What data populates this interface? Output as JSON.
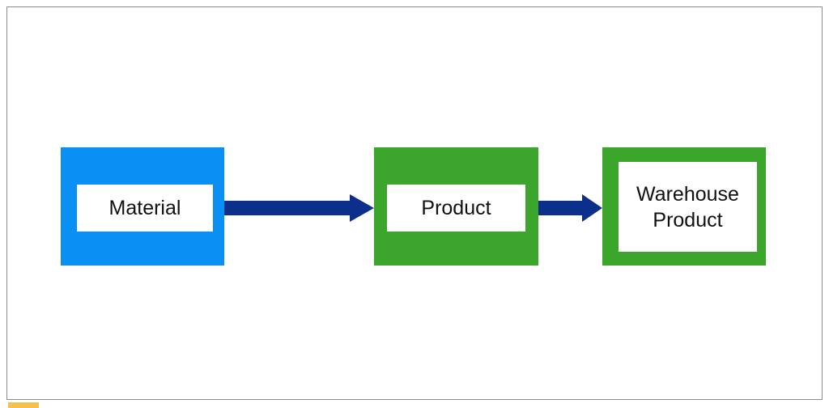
{
  "diagram": {
    "nodes": [
      {
        "id": "material",
        "label": "Material",
        "fill": "#0a8ff5",
        "inner_fill": "#ffffff"
      },
      {
        "id": "product",
        "label": "Product",
        "fill": "#3ba52c",
        "inner_fill": "#ffffff"
      },
      {
        "id": "warehouse",
        "label": "Warehouse\nProduct",
        "fill": "#3ba52c",
        "inner_fill": "#ffffff"
      }
    ],
    "edges": [
      {
        "from": "material",
        "to": "product"
      },
      {
        "from": "product",
        "to": "warehouse"
      }
    ],
    "colors": {
      "arrow": "#0b2f8a",
      "border": "#8a8a8a",
      "background": "#ffffff"
    }
  }
}
